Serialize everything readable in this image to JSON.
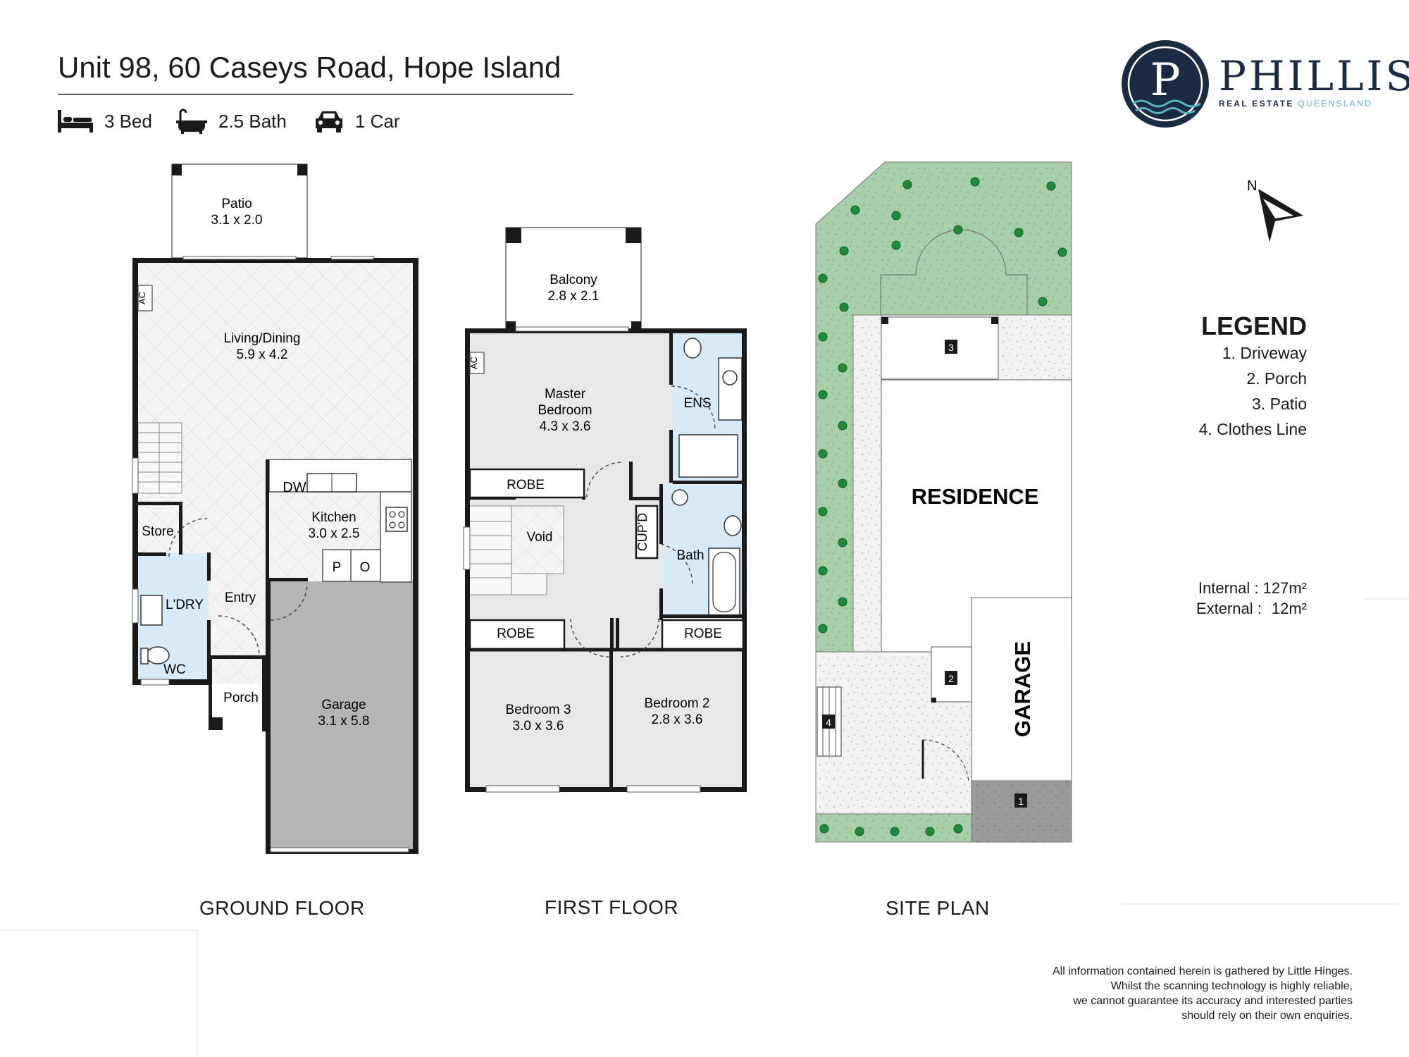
{
  "header": {
    "title": "Unit 98, 60 Caseys Road, Hope Island",
    "features": [
      {
        "icon": "bed-icon",
        "label": "3 Bed"
      },
      {
        "icon": "bath-icon",
        "label": "2.5 Bath"
      },
      {
        "icon": "car-icon",
        "label": "1 Car"
      }
    ]
  },
  "logo": {
    "letter": "P",
    "name": "PHILLIS",
    "sub_a": "REAL ESTATE",
    "sub_b": "QUEENSLAND",
    "colors": {
      "navy": "#1b2b44",
      "accent": "#5ab3bd"
    }
  },
  "ground_floor": {
    "label": "GROUND FLOOR",
    "rooms": {
      "patio": {
        "name": "Patio",
        "dims": "3.1 x 2.0"
      },
      "living": {
        "name": "Living/Dining",
        "dims": "5.9 x 4.2"
      },
      "kitchen": {
        "name": "Kitchen",
        "dims": "3.0 x 2.5"
      },
      "store": {
        "name": "Store"
      },
      "laundry": {
        "name": "L'DRY"
      },
      "entry": {
        "name": "Entry"
      },
      "wc": {
        "name": "WC"
      },
      "porch": {
        "name": "Porch"
      },
      "garage": {
        "name": "Garage",
        "dims": "3.1 x 5.8"
      }
    },
    "fixtures": {
      "ac": "AC",
      "dw": "DW",
      "p": "P",
      "o": "O"
    }
  },
  "first_floor": {
    "label": "FIRST FLOOR",
    "rooms": {
      "balcony": {
        "name": "Balcony",
        "dims": "2.8 x 2.1"
      },
      "master": {
        "name_1": "Master",
        "name_2": "Bedroom",
        "dims": "4.3 x 3.6"
      },
      "ens": {
        "name": "ENS"
      },
      "robe_master": {
        "name": "ROBE"
      },
      "void": {
        "name": "Void"
      },
      "cupd": {
        "name": "CUP'D"
      },
      "bath": {
        "name": "Bath"
      },
      "robe_3": {
        "name": "ROBE"
      },
      "robe_2": {
        "name": "ROBE"
      },
      "bedroom3": {
        "name": "Bedroom 3",
        "dims": "3.0 x 3.6"
      },
      "bedroom2": {
        "name": "Bedroom 2",
        "dims": "2.8 x 3.6"
      }
    },
    "fixtures": {
      "ac": "AC"
    }
  },
  "site_plan": {
    "label": "SITE PLAN",
    "residence": "RESIDENCE",
    "garage": "GARAGE",
    "markers": [
      "1",
      "2",
      "3",
      "4"
    ],
    "north": "N",
    "colors": {
      "lawn": "#a9cfaa",
      "tree": "#1f8a3a",
      "paving": "#f2f2f2",
      "driveway": "#9a9a9a"
    }
  },
  "legend": {
    "title": "LEGEND",
    "items": [
      "1. Driveway",
      "2. Porch",
      "3. Patio",
      "4. Clothes Line"
    ]
  },
  "areas": {
    "internal_label": "Internal",
    "internal_value": "127m²",
    "external_label": "External",
    "external_value": "12m²",
    "separator": ":"
  },
  "disclaimer": [
    "All information contained herein is gathered by Little Hinges.",
    "Whilst the scanning technology is highly reliable,",
    "we cannot guarantee its accuracy and interested parties",
    "should rely on their own enquiries."
  ],
  "colors": {
    "wet_area": "#d6ebf7",
    "garage_floor": "#b5b5b5",
    "wall": "#1a1a1a",
    "tile": "#efefef"
  }
}
